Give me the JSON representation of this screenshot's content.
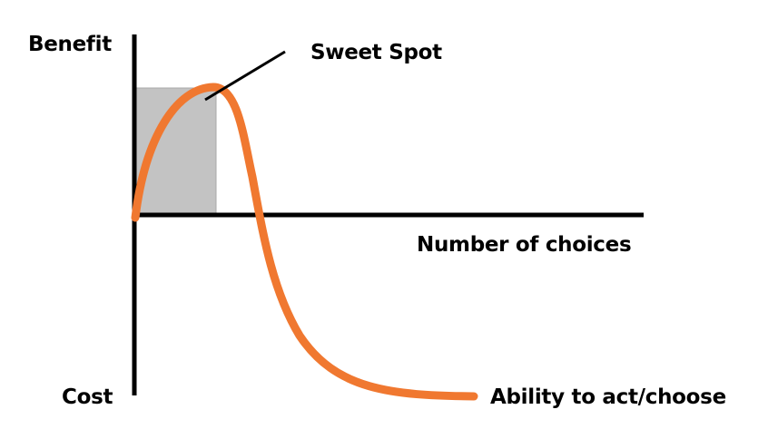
{
  "labels": {
    "benefit": "Benefit",
    "cost": "Cost",
    "sweet_spot": "Sweet Spot",
    "x_axis": "Number of choices",
    "curve": "Ability to act/choose"
  },
  "colors": {
    "curve": "#f07830",
    "shaded_region": "#c3c3c3",
    "axes": "#000000"
  }
}
